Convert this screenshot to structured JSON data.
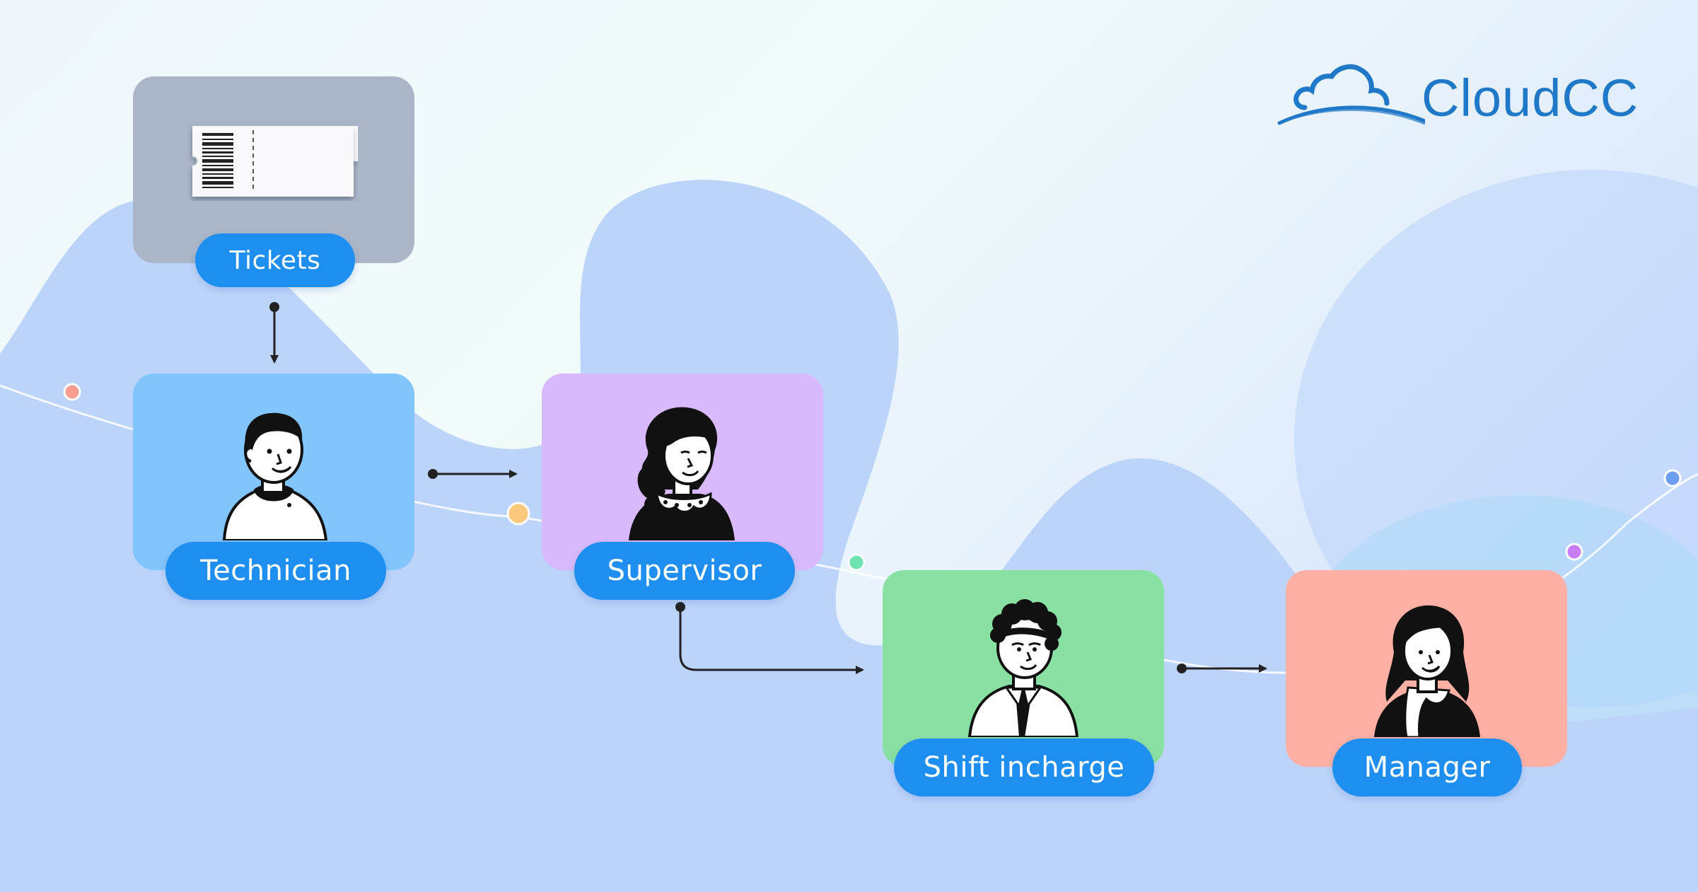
{
  "brand": {
    "name": "CloudCC",
    "color": "#1f78c8"
  },
  "nodes": {
    "tickets": {
      "label": "Tickets",
      "icon": "ticket-icon",
      "color": "#aab6c8"
    },
    "technician": {
      "label": "Technician",
      "icon": "technician-avatar",
      "color": "#82c4fc"
    },
    "supervisor": {
      "label": "Supervisor",
      "icon": "supervisor-avatar",
      "color": "#d8b9fc"
    },
    "shift_incharge": {
      "label": "Shift incharge",
      "icon": "shift-incharge-avatar",
      "color": "#89e0a3"
    },
    "manager": {
      "label": "Manager",
      "icon": "manager-avatar",
      "color": "#fdb0a3"
    }
  },
  "edges": [
    {
      "from": "tickets",
      "to": "technician"
    },
    {
      "from": "technician",
      "to": "supervisor"
    },
    {
      "from": "supervisor",
      "to": "shift_incharge"
    },
    {
      "from": "shift_incharge",
      "to": "manager"
    }
  ],
  "colors": {
    "pill": "#1f8ef1",
    "blob": "#bcd3fa",
    "arrow": "#222222"
  }
}
